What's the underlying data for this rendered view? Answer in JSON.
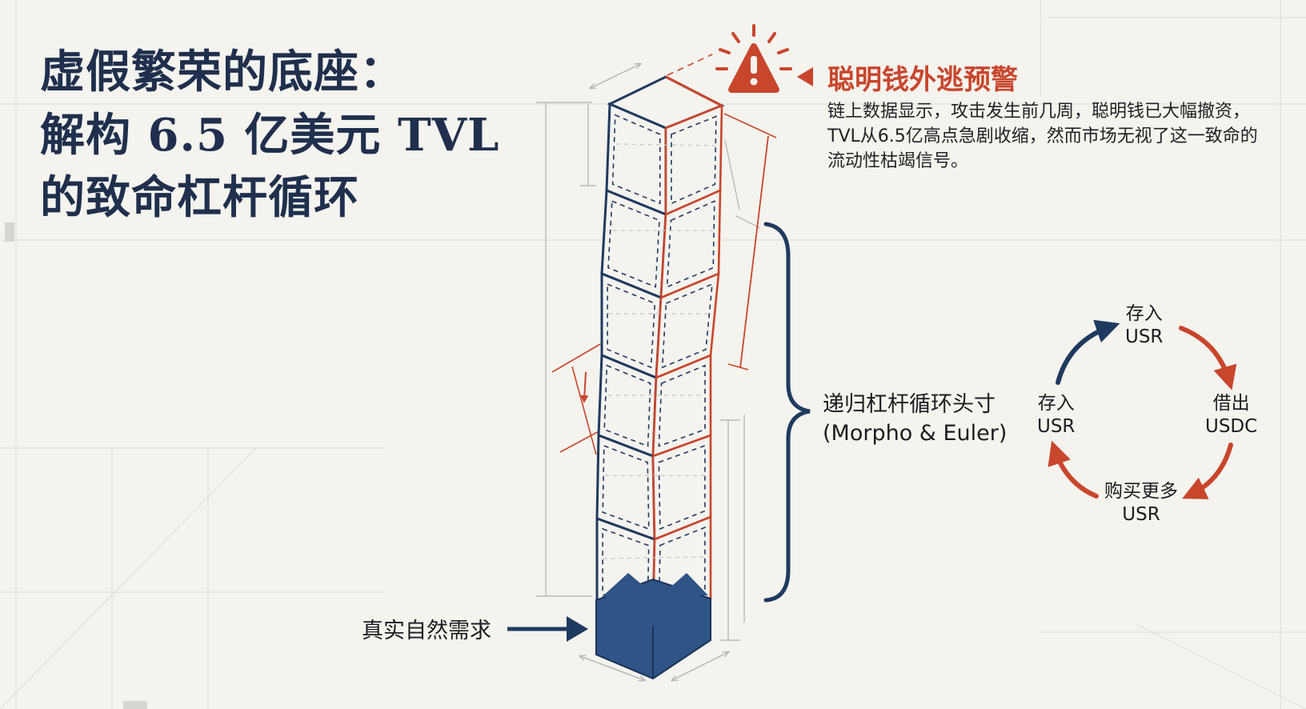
{
  "title": {
    "line1": "虚假繁荣的底座：",
    "line2_prefix": "解构 ",
    "line2_number": "6.5",
    "line2_mid": " 亿美元 ",
    "line2_tvl": "TVL",
    "line3": "的致命杠杆循环"
  },
  "warning": {
    "icon": "warning-triangle-icon",
    "title": "聪明钱外逃预警",
    "body": "链上数据显示，攻击发生前几周，聪明钱已大幅撤资，TVL从6.5亿高点急剧收缩，然而市场无视了这一致命的流动性枯竭信号。"
  },
  "tower": {
    "brace_label_line1": "递归杠杆循环头寸",
    "brace_label_line2": "(Morpho & Euler)",
    "base_label": "真实自然需求"
  },
  "cycle": {
    "top": {
      "line1": "存入",
      "line2": "USR"
    },
    "right": {
      "line1": "借出",
      "line2": "USDC"
    },
    "bottom": {
      "line1": "购买更多",
      "line2": "USR"
    },
    "left": {
      "line1": "存入",
      "line2": "USR"
    }
  },
  "colors": {
    "navy": "#1f3a60",
    "accent_red": "#c8462c",
    "background": "#f4f3ee"
  }
}
